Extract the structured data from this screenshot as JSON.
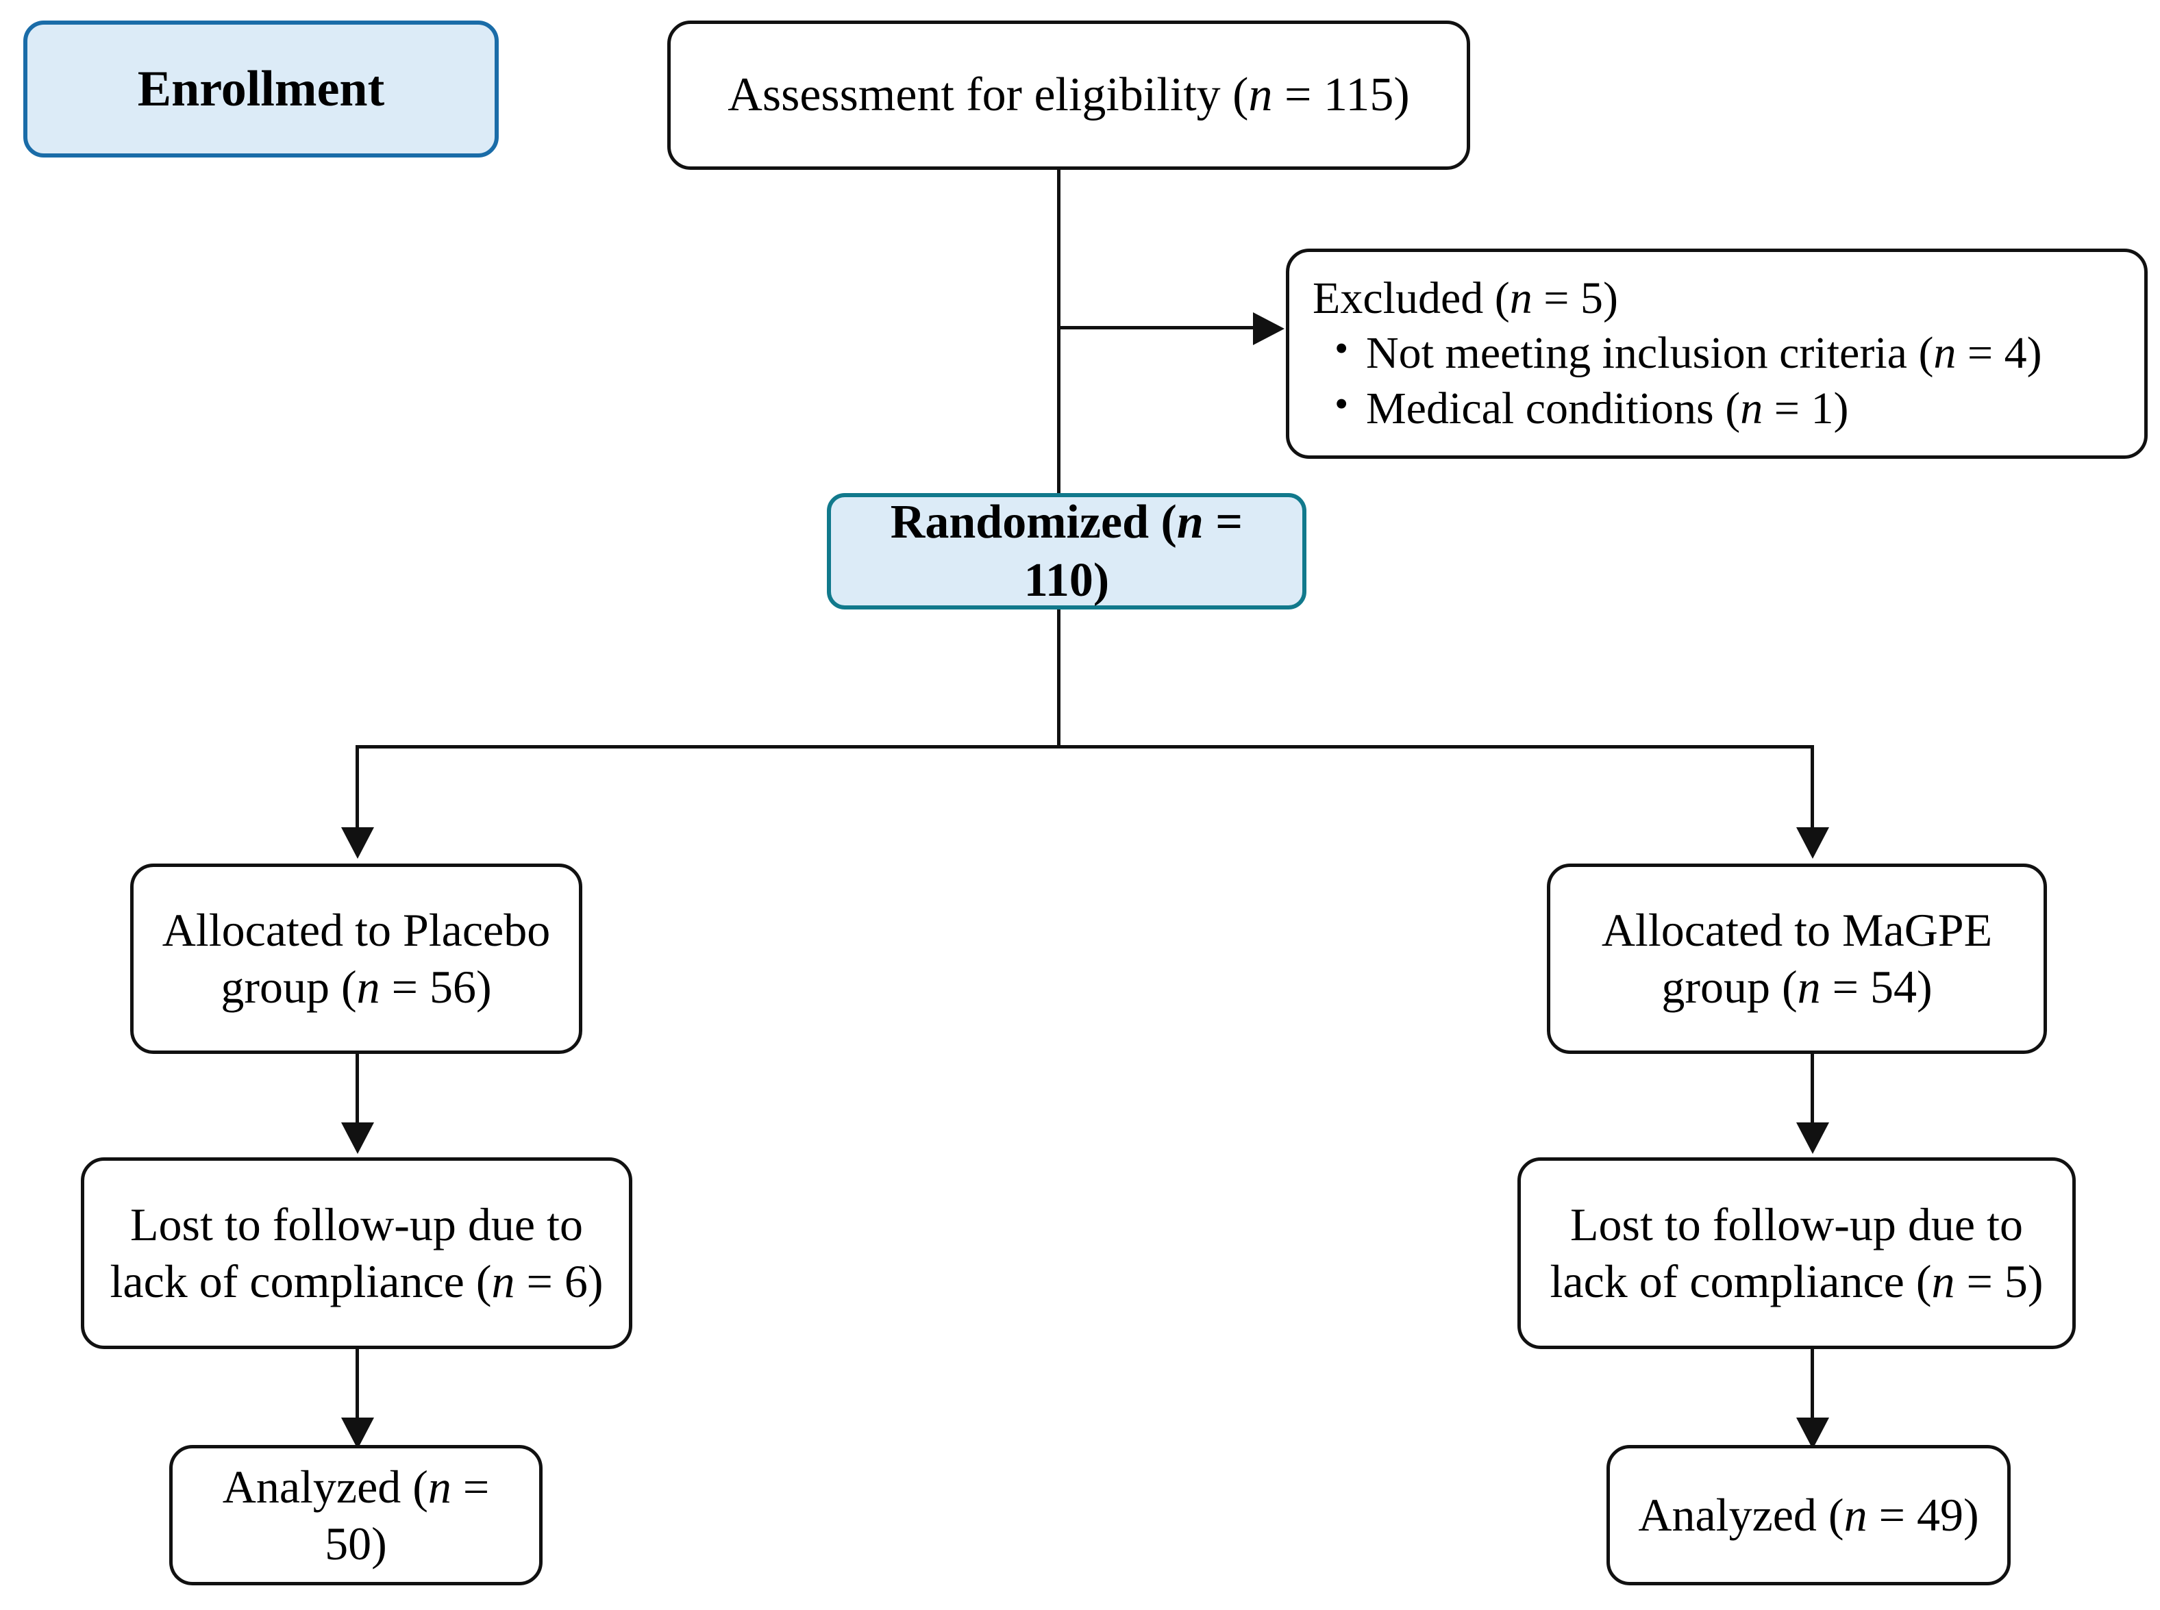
{
  "diagram": {
    "type": "consort-flow-diagram",
    "title": "CONSORT participant flow",
    "colors": {
      "enrollment_fill": "#dcebf7",
      "enrollment_border": "#1a6ca8",
      "randomized_fill": "#dcebf7",
      "randomized_border": "#11798c",
      "node_border": "#111111",
      "node_fill": "#ffffff",
      "connector": "#111111"
    }
  },
  "nodes": {
    "enrollment_label": "Enrollment",
    "assessment": {
      "text": "Assessment for eligibility (",
      "italic_n": "n",
      "tail": " = 115)",
      "full": "Assessment for eligibility (n = 115)",
      "count": 115
    },
    "excluded": {
      "title_pre": "Excluded (",
      "title_n": "n",
      "title_tail": " = 5)",
      "title_full": "Excluded (n = 5)",
      "count": 5,
      "reasons": [
        {
          "pre": "Not meeting inclusion criteria (",
          "n": "n",
          "tail": " = 4)",
          "full": "Not meeting inclusion criteria (n = 4)",
          "count": 4
        },
        {
          "pre": "Medical conditions (",
          "n": "n",
          "tail": " = 1)",
          "full": "Medical conditions (n = 1)",
          "count": 1
        }
      ]
    },
    "randomized": {
      "pre": "Randomized (",
      "n": "n",
      "tail": " = 110)",
      "full": "Randomized (n = 110)",
      "count": 110
    },
    "left_branch": {
      "allocated": {
        "line1": "Allocated to Placebo",
        "pre2": "group (",
        "n": "n",
        "tail2": " = 56)",
        "full": "Allocated to Placebo group (n = 56)",
        "count": 56
      },
      "lost": {
        "line1": "Lost to follow-up due to",
        "pre2": "lack of compliance (",
        "n": "n",
        "tail2": " = 6)",
        "full": "Lost to follow-up due to lack of compliance (n = 6)",
        "count": 6
      },
      "analyzed": {
        "pre": "Analyzed (",
        "n": "n",
        "tail": " = 50)",
        "full": "Analyzed (n = 50)",
        "count": 50
      }
    },
    "right_branch": {
      "allocated": {
        "line1": "Allocated to MaGPE",
        "pre2": "group (",
        "n": "n",
        "tail2": " = 54)",
        "full": "Allocated to MaGPE group (n = 54)",
        "count": 54
      },
      "lost": {
        "line1": "Lost to follow-up due to",
        "pre2": "lack of compliance (",
        "n": "n",
        "tail2": " = 5)",
        "full": "Lost to follow-up due to lack of compliance (n = 5)",
        "count": 5
      },
      "analyzed": {
        "pre": "Analyzed (",
        "n": "n",
        "tail": " = 49)",
        "full": "Analyzed (n = 49)",
        "count": 49
      }
    }
  }
}
